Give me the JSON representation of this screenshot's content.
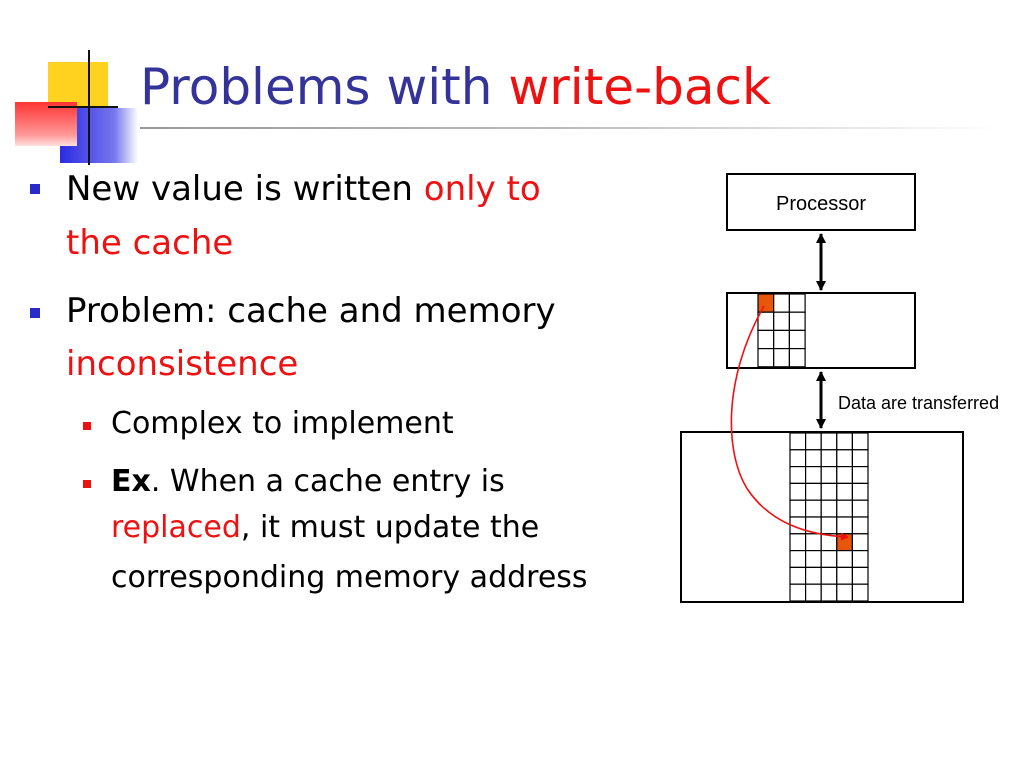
{
  "title": {
    "prefix": "Problems with",
    "highlight": "write-back"
  },
  "bullets": [
    {
      "lines": [
        {
          "a": "New value is written ",
          "b": "only to"
        },
        {
          "b": "the cache"
        }
      ]
    },
    {
      "lines": [
        {
          "a": "Problem: cache and memory"
        },
        {
          "b": "inconsistence"
        }
      ]
    }
  ],
  "sub_bullets": [
    {
      "text": "Complex to implement"
    },
    {
      "bold": "Ex",
      "line1_rest": ". When a cache entry is",
      "red": "replaced",
      "line2_rest": ", it must update the",
      "line3": "corresponding memory address"
    }
  ],
  "diagram": {
    "processor_label": "Processor",
    "transfer_label": "Data are transferred"
  },
  "colors": {
    "title": "#333399",
    "highlight": "#ee1111",
    "bullet": "#2a2ac8",
    "sub_bullet": "#ee1111",
    "block": "#e8560c"
  }
}
